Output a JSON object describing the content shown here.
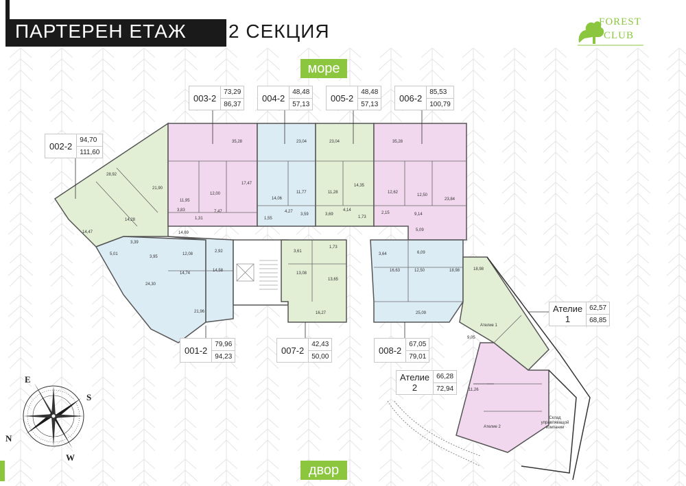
{
  "header": {
    "title": "ПАРТЕРЕН ЕТАЖ",
    "section": "2 СЕКЦИЯ"
  },
  "logo": {
    "line1": "FOREST",
    "line2": "CLUB"
  },
  "orientation": {
    "top": "море",
    "bottom": "двор"
  },
  "colors": {
    "green": "#8cc63f",
    "pink_unit": "#f1d8ee",
    "blue_unit": "#dcecf5",
    "green_unit": "#e2efd5",
    "dark": "#1a1a1a"
  },
  "units": [
    {
      "code": "003-2",
      "area1": "73,29",
      "area2": "86,37"
    },
    {
      "code": "004-2",
      "area1": "48,48",
      "area2": "57,13"
    },
    {
      "code": "005-2",
      "area1": "48,48",
      "area2": "57,13"
    },
    {
      "code": "006-2",
      "area1": "85,53",
      "area2": "100,79"
    },
    {
      "code": "002-2",
      "area1": "94,70",
      "area2": "111,60"
    },
    {
      "code": "001-2",
      "area1": "79,96",
      "area2": "94,23"
    },
    {
      "code": "007-2",
      "area1": "42,43",
      "area2": "50,00"
    },
    {
      "code": "008-2",
      "area1": "67,05",
      "area2": "79,01"
    }
  ],
  "ateliers": [
    {
      "name": "Ателие",
      "num": "1",
      "area1": "62,57",
      "area2": "68,85",
      "inner_label": "Ателие 1"
    },
    {
      "name": "Ателие",
      "num": "2",
      "area1": "66,28",
      "area2": "72,94",
      "inner_label": "Ателие 2"
    }
  ],
  "storage_note": "Склад управляващой компании",
  "rooms": [
    "35,28",
    "23,04",
    "23,04",
    "35,28",
    "28,92",
    "21,90",
    "11,95",
    "12,00",
    "17,47",
    "14,06",
    "11,77",
    "11,28",
    "14,35",
    "12,62",
    "12,50",
    "23,84",
    "14,28",
    "14,47",
    "3,39",
    "5,01",
    "3,83",
    "1,31",
    "7,47",
    "1,55",
    "4,27",
    "3,59",
    "3,69",
    "4,14",
    "1,73",
    "2,15",
    "9,14",
    "14,69",
    "5,09",
    "3,95",
    "12,08",
    "2,92",
    "14,74",
    "14,58",
    "24,30",
    "21,96",
    "3,61",
    "1,73",
    "13,08",
    "13,65",
    "16,27",
    "3,64",
    "6,09",
    "16,63",
    "12,50",
    "18,98",
    "25,09",
    "18,98",
    "9,05",
    "11,26"
  ],
  "compass": {
    "E": "E",
    "S": "S",
    "N": "N",
    "W": "W"
  }
}
